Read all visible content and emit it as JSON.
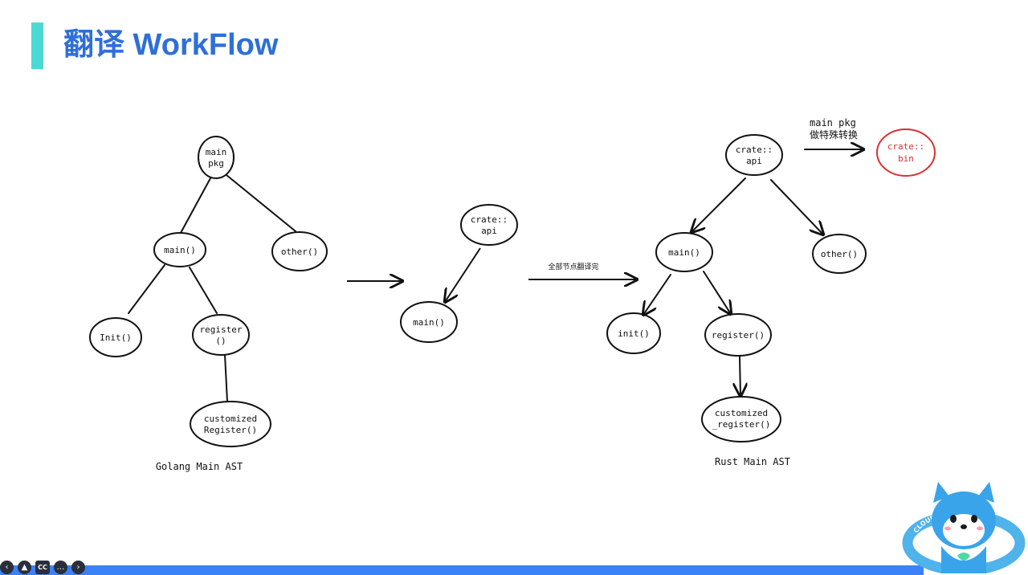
{
  "title": "翻译 WorkFlow",
  "diagram": {
    "nodes": {
      "go_main_pkg": [
        "main",
        "pkg"
      ],
      "go_main": [
        "main()"
      ],
      "go_other": [
        "other()"
      ],
      "go_init": [
        "Init()"
      ],
      "go_register": [
        "register",
        "()"
      ],
      "go_customized": [
        "customized",
        "Register()"
      ],
      "mid_crate_api": [
        "crate::",
        "api"
      ],
      "mid_main": [
        "main()"
      ],
      "rs_crate_api": [
        "crate::",
        "api"
      ],
      "rs_crate_bin": [
        "crate::",
        "bin"
      ],
      "rs_main": [
        "main()"
      ],
      "rs_other": [
        "other()"
      ],
      "rs_init": [
        "init()"
      ],
      "rs_register": [
        "register()"
      ],
      "rs_customized": [
        "customized",
        "_register()"
      ]
    },
    "edge_label_translate_all": "全部节点翻译完",
    "note_main_pkg": [
      "main pkg",
      "做特殊转换"
    ],
    "caption_golang": "Golang Main AST",
    "caption_rust": "Rust Main AST",
    "colors": {
      "ink": "#111111",
      "highlight": "#d93030",
      "title": "#2e6fd9",
      "accent_bar": "#4dd9d3",
      "footer": "#3b82f6"
    }
  },
  "nav": {
    "icons": [
      "chevron-left-icon",
      "pointer-icon",
      "captions-icon",
      "more-icon",
      "chevron-right-icon"
    ],
    "cc_label": "CC"
  },
  "mascot": {
    "ring_text": "CLOUDWEGO"
  }
}
